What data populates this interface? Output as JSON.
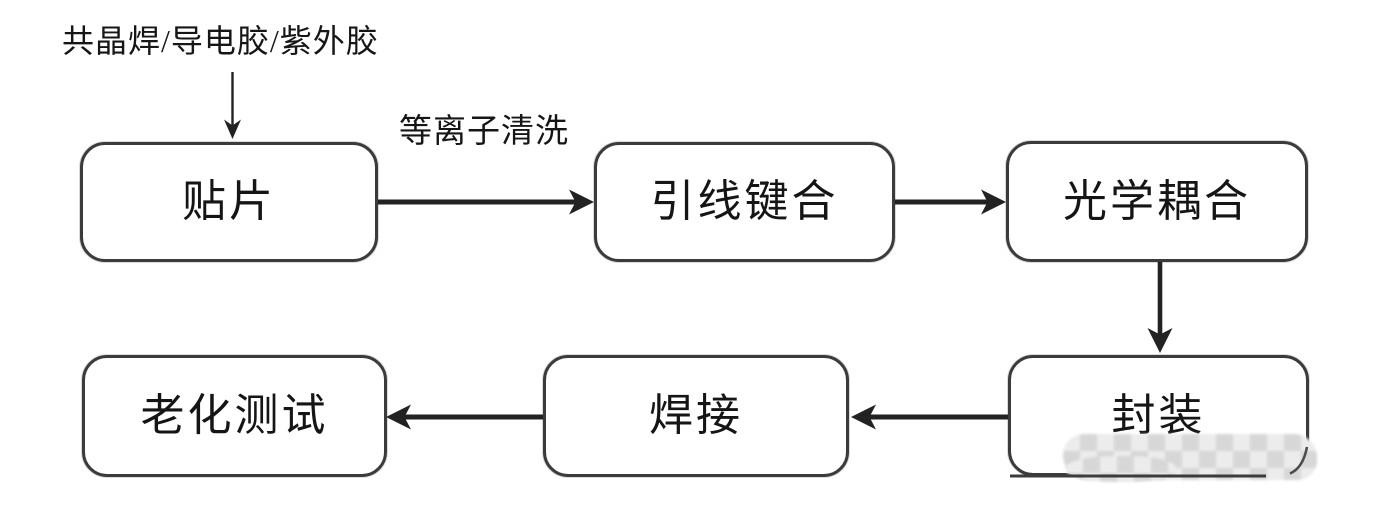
{
  "diagram": {
    "top_annotation": "共晶焊/导电胶/紫外胶",
    "nodes": [
      {
        "id": "die-attach",
        "label": "贴片"
      },
      {
        "id": "wire-bonding",
        "label": "引线键合"
      },
      {
        "id": "optical-coupling",
        "label": "光学耦合"
      },
      {
        "id": "packaging",
        "label": "封装"
      },
      {
        "id": "soldering",
        "label": "焊接"
      },
      {
        "id": "aging-test",
        "label": "老化测试"
      }
    ],
    "edges": [
      {
        "from": "top-annotation",
        "to": "die-attach",
        "label": ""
      },
      {
        "from": "die-attach",
        "to": "wire-bonding",
        "label": "等离子清洗"
      },
      {
        "from": "wire-bonding",
        "to": "optical-coupling",
        "label": ""
      },
      {
        "from": "optical-coupling",
        "to": "packaging",
        "label": ""
      },
      {
        "from": "packaging",
        "to": "soldering",
        "label": ""
      },
      {
        "from": "soldering",
        "to": "aging-test",
        "label": ""
      }
    ],
    "colors": {
      "line": "#222222",
      "box_border": "#3b3b3b",
      "background": "#ffffff",
      "mosaic": "#e4e4e4"
    }
  }
}
